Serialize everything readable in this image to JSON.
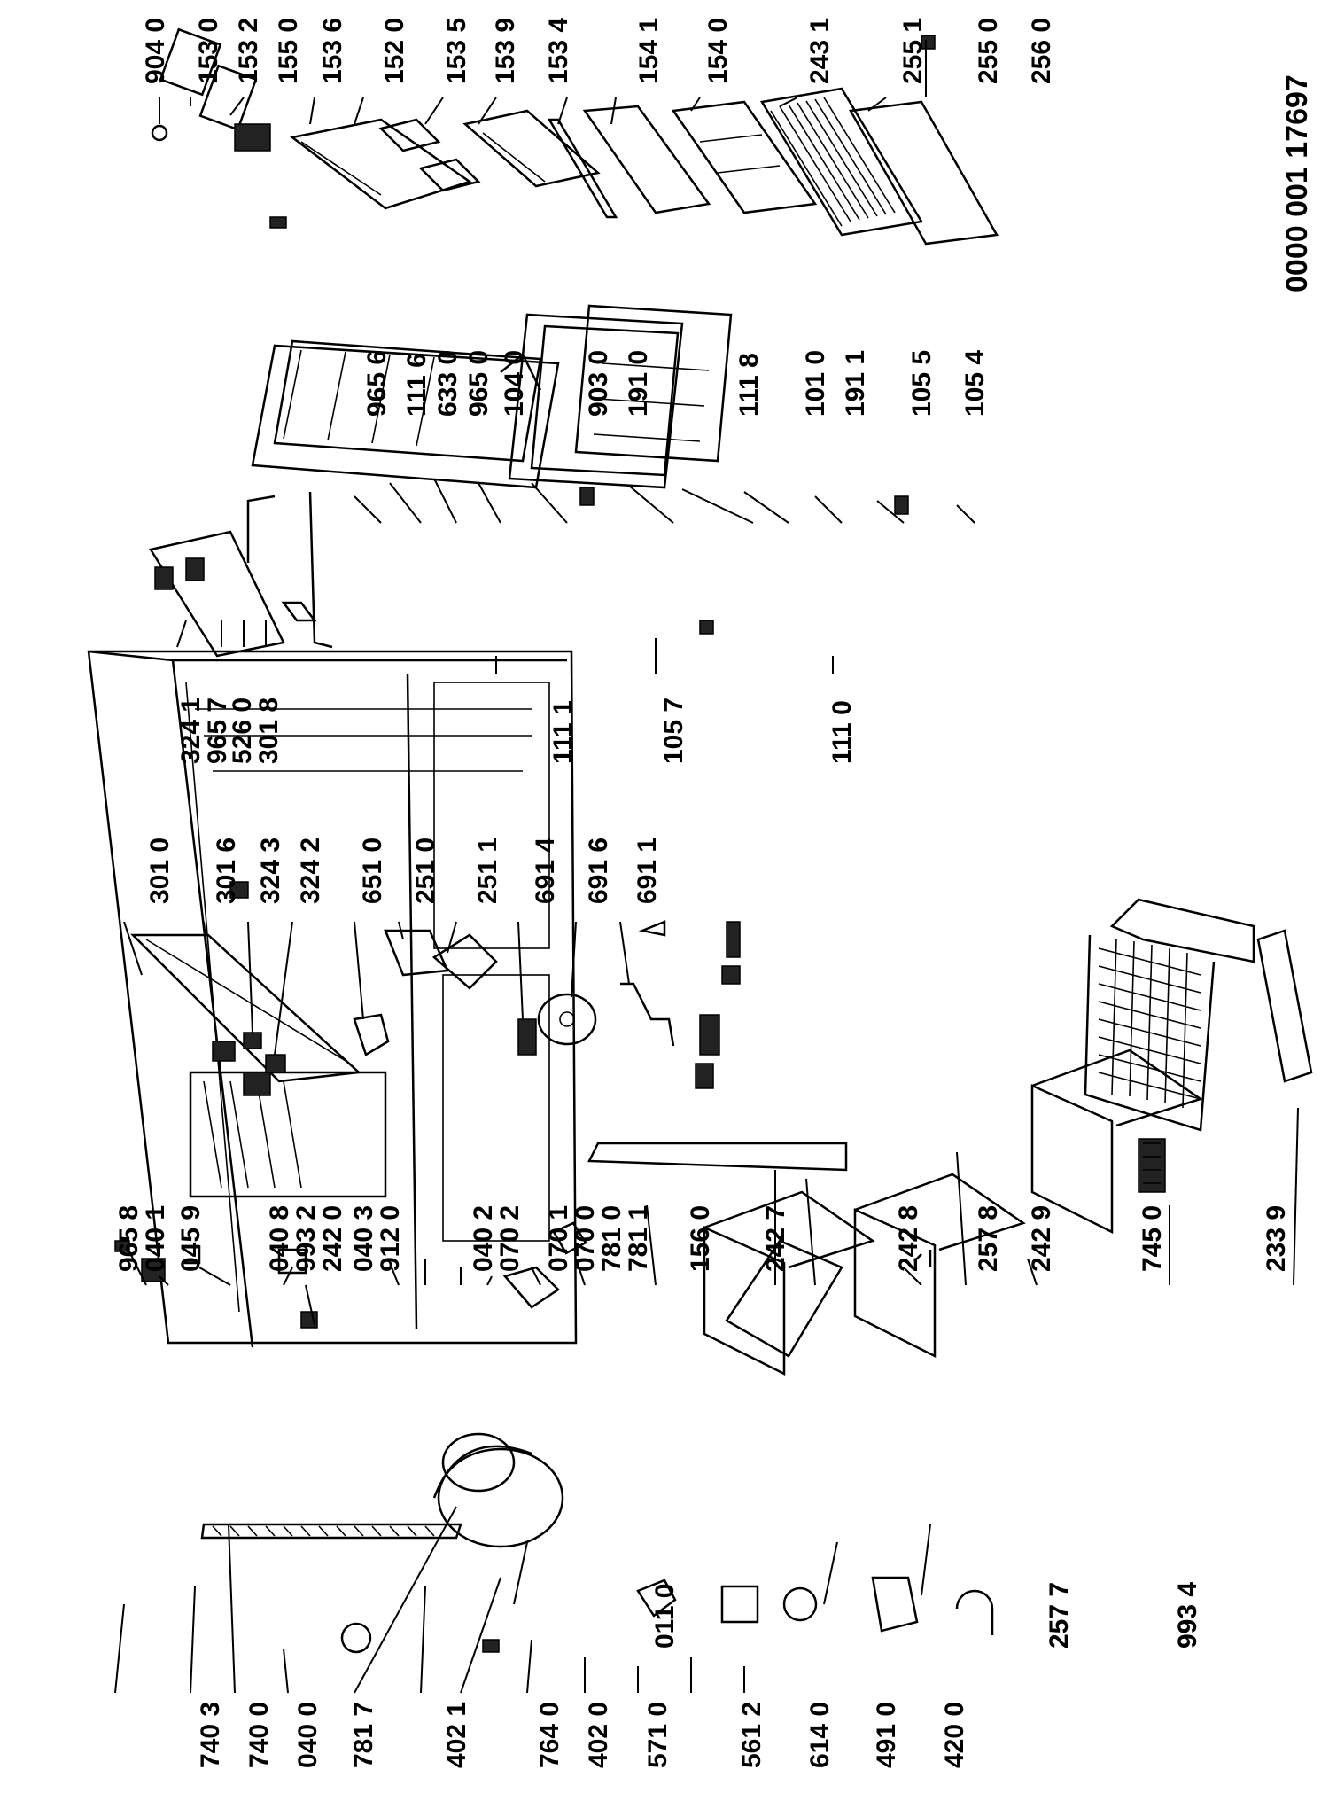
{
  "document_id": "0000 001 17697",
  "groups": {
    "cabinet_left": [
      "740 3",
      "740 0",
      "040 0",
      "781 7",
      "402 1",
      "764 0",
      "402 0",
      "571 0",
      "561 2",
      "614 0",
      "491 0",
      "420 0",
      "011 0",
      "257 7",
      "993 4"
    ],
    "cabinet_top": [
      "965 8",
      "040 1",
      "045 9",
      "040 8",
      "993 2",
      "242 0",
      "040 3",
      "912 0",
      "040 2",
      "070 2",
      "070 1",
      "070 0",
      "781 0",
      "781 1",
      "156 0",
      "242 7",
      "242 8",
      "257 8",
      "242 9",
      "745 0",
      "233 9"
    ],
    "control_parts": [
      "301 0",
      "301 6",
      "324 3",
      "324 2",
      "651 0",
      "251 0",
      "251 1",
      "691 4",
      "691 6",
      "691 1"
    ],
    "door_labels_top": [
      "965 6",
      "111 6",
      "633 0",
      "965 0",
      "104 0",
      "903 0",
      "191 0",
      "111 8",
      "101 0",
      "191 1",
      "105 5",
      "105 4"
    ],
    "door_labels_bottom": [
      "324 1",
      "965 7",
      "526 0",
      "301 8",
      "111 1",
      "105 7",
      "111 0"
    ],
    "shelf_labels": [
      "904 0",
      "153 0",
      "153 2",
      "155 0",
      "153 6",
      "152 0",
      "153 5",
      "153 9",
      "153 4",
      "154 1",
      "154 0",
      "243 1",
      "255 1",
      "255 0",
      "256 0"
    ]
  }
}
